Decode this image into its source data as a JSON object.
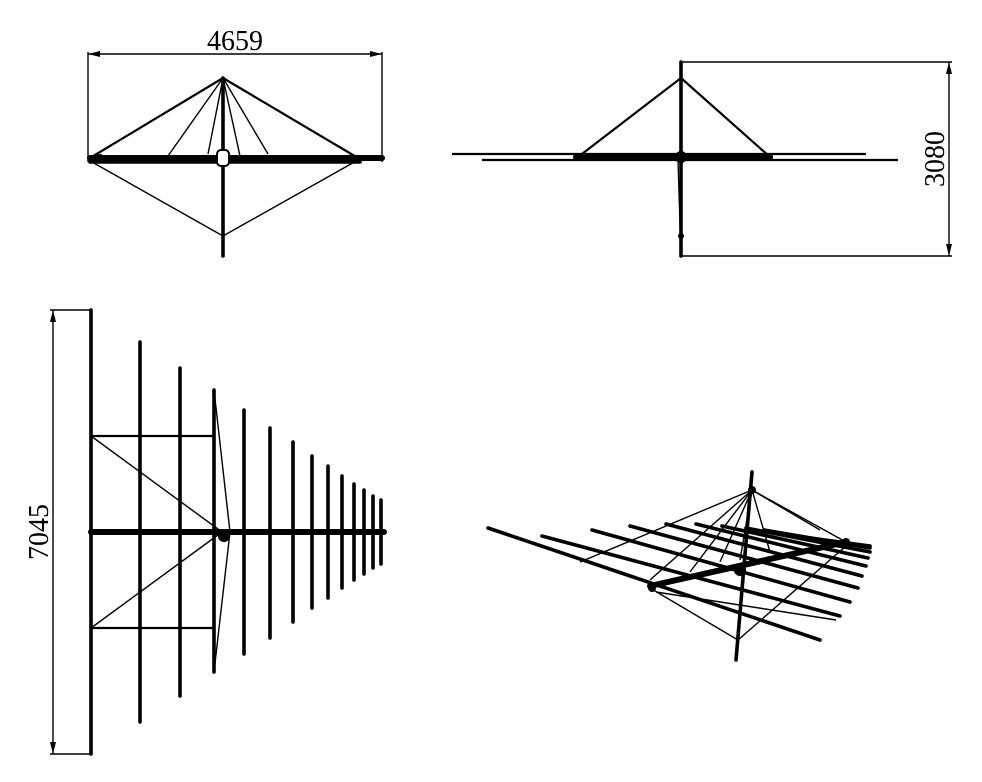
{
  "dimensions": {
    "top_view_width": "4659",
    "side_view_height": "3080",
    "front_view_height": "7045"
  }
}
